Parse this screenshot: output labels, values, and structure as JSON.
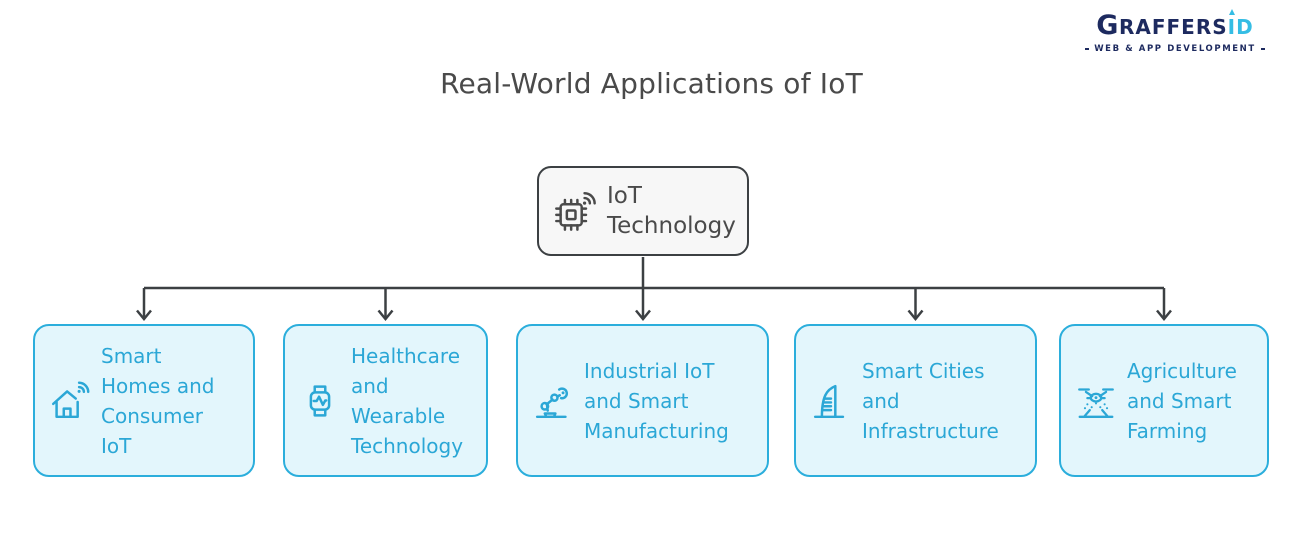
{
  "page": {
    "title": "Real-World Applications of IoT"
  },
  "logo": {
    "g": "G",
    "rest": "RAFFERS",
    "accent_i": "I",
    "accent_d": "D",
    "tagline": "WEB & APP DEVELOPMENT"
  },
  "root": {
    "label": "IoT\nTechnology",
    "icon": "iot-chip-wifi-icon"
  },
  "branches": [
    {
      "label": "Smart\nHomes and\nConsumer\nIoT",
      "icon": "smart-home-wifi-icon"
    },
    {
      "label": "Healthcare\nand\nWearable\nTechnology",
      "icon": "smartwatch-icon"
    },
    {
      "label": "Industrial IoT\nand Smart\nManufacturing",
      "icon": "robot-arm-icon"
    },
    {
      "label": "Smart Cities\nand\nInfrastructure",
      "icon": "smart-building-icon"
    },
    {
      "label": "Agriculture\nand Smart\nFarming",
      "icon": "agriculture-drone-icon"
    }
  ],
  "colors": {
    "accent_cyan": "#2ba7d6",
    "box_fill": "#e3f6fc",
    "box_border": "#2baedc",
    "line_dark": "#3c4043",
    "node_fill": "#f7f7f7",
    "title_text": "#4a4a4a",
    "logo_navy": "#1d2a5f",
    "logo_cyan": "#35bde4"
  }
}
